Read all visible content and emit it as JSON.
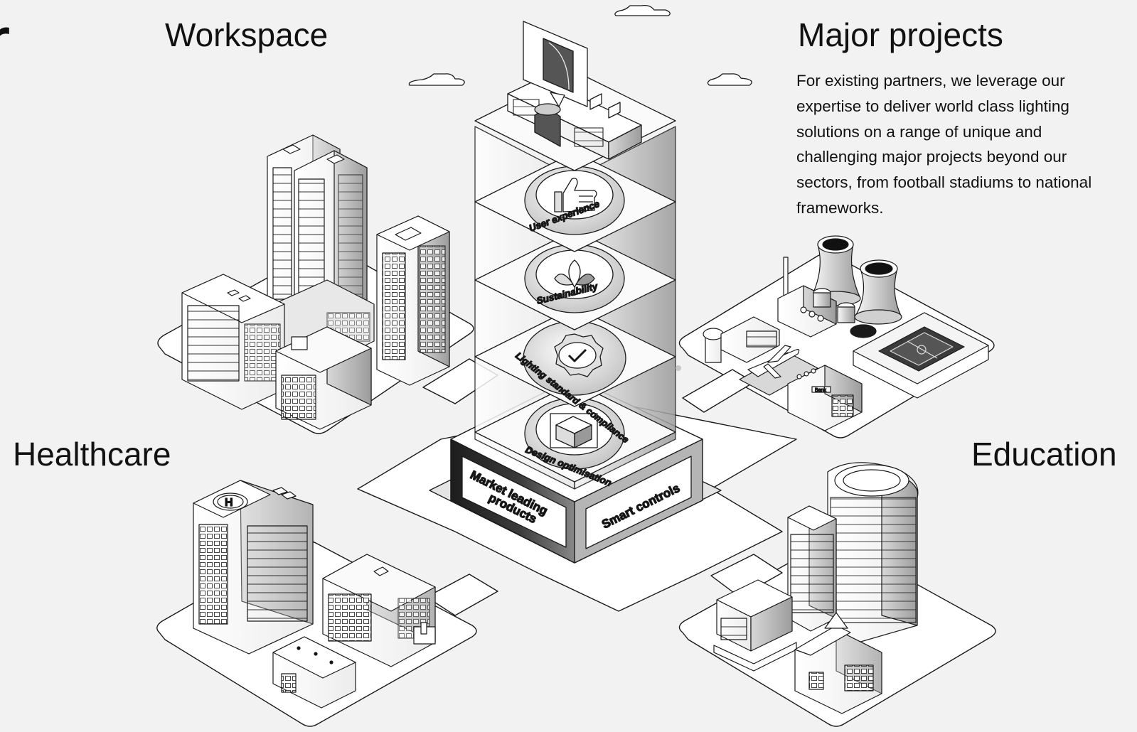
{
  "page": {
    "cut_letter": "r"
  },
  "sectors": {
    "workspace": {
      "title": "Workspace"
    },
    "major_projects": {
      "title": "Major projects",
      "description": "For existing partners, we leverage our expertise to deliver world class lighting solutions on a range of unique and challenging major projects beyond our sectors, from football stadiums to national frameworks."
    },
    "healthcare": {
      "title": "Healthcare"
    },
    "education": {
      "title": "Education"
    }
  },
  "tower": {
    "layers": [
      {
        "label": "User experience",
        "icon": "thumbs-up-icon"
      },
      {
        "label": "Sustainability",
        "icon": "leaf-icon"
      },
      {
        "label": "Lighting standard & compliance",
        "icon": "checkmark-badge-icon"
      },
      {
        "label": "Design optimisation",
        "icon": "cube-icon"
      }
    ],
    "base": {
      "left_label_line1": "Market leading",
      "left_label_line2": "products",
      "right_label": "Smart controls"
    },
    "extras": {
      "bank_sign": "Bank"
    }
  },
  "colors": {
    "background": "#f2f2f2",
    "platform": "#ffffff",
    "line": "#1a1a1a",
    "dark": "#2a2a2a"
  }
}
